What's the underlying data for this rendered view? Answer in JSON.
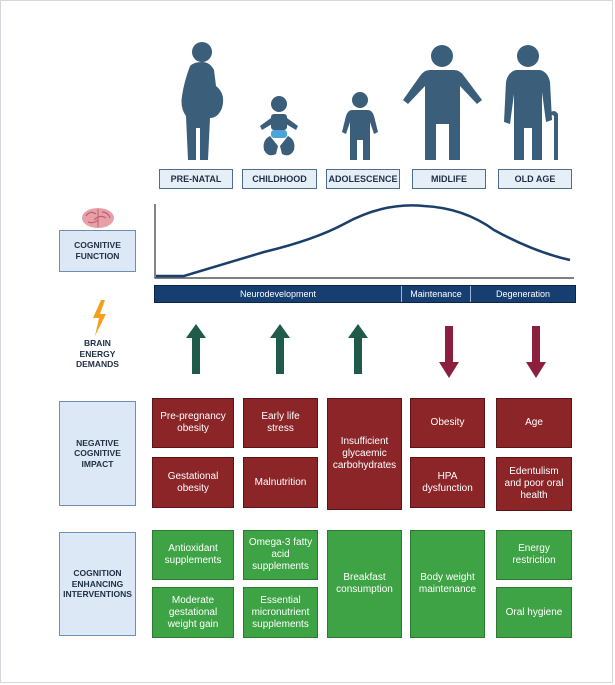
{
  "stages": [
    "PRE-NATAL",
    "CHILDHOOD",
    "ADOLESCENCE",
    "MIDLIFE",
    "OLD AGE"
  ],
  "row_labels": {
    "cognitive_function": "COGNITIVE\nFUNCTION",
    "brain_energy_demands": "BRAIN\nENERGY\nDEMANDS",
    "negative_cognitive_impact": "NEGATIVE\nCOGNITIVE\nIMPACT",
    "cognition_enhancing_interventions": "COGNITION\nENHANCING\nINTERVENTIONS"
  },
  "phases": [
    "Neurodevelopment",
    "Maintenance",
    "Degeneration"
  ],
  "energy_arrows": [
    "up",
    "up",
    "up",
    "down",
    "down"
  ],
  "colors": {
    "negative": "#8b2528",
    "positive": "#3ea345",
    "figure": "#3b5f7a",
    "up_arrow": "#1f5a4b",
    "down_arrow": "#8c1f3e",
    "phase_bar": "#173e70"
  },
  "icons": [
    "pregnant-woman-icon",
    "baby-icon",
    "child-icon",
    "adult-icon",
    "elderly-with-cane-icon",
    "brain-icon",
    "lightning-bolt-icon"
  ],
  "negative_impact": {
    "prenatal_top": "Pre-pregnancy\nobesity",
    "prenatal_bottom": "Gestational\nobesity",
    "childhood_top": "Early life\nstress",
    "childhood_bottom": "Malnutrition",
    "adolescence": "Insufficient\nglycaemic\ncarbohydrates",
    "midlife_top": "Obesity",
    "midlife_bottom": "HPA\ndysfunction",
    "oldage_top": "Age",
    "oldage_bottom": "Edentulism\nand poor oral\nhealth"
  },
  "interventions": {
    "prenatal_top": "Antioxidant\nsupplements",
    "prenatal_bottom": "Moderate\ngestational\nweight gain",
    "childhood_top": "Omega-3 fatty\nacid\nsupplements",
    "childhood_bottom": "Essential\nmicronutrient\nsupplements",
    "adolescence": "Breakfast\nconsumption",
    "midlife": "Body weight\nmaintenance",
    "oldage_top": "Energy\nrestriction",
    "oldage_bottom": "Oral hygiene"
  }
}
